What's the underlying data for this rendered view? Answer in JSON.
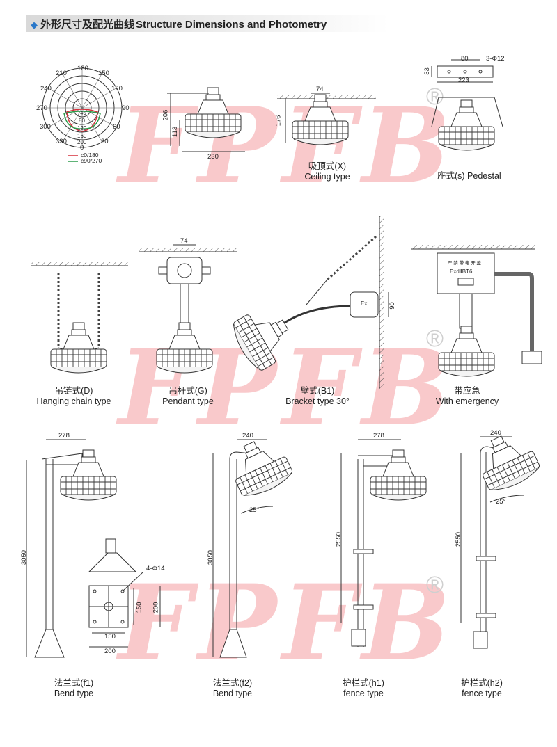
{
  "header": {
    "title_cn": "外形尺寸及配光曲线",
    "title_en": "Structure Dimensions and Photometry"
  },
  "watermark": {
    "text": "FPFB",
    "registered": "®",
    "color": "#eb3c46"
  },
  "polar": {
    "angles": [
      "180",
      "150",
      "120",
      "90",
      "60",
      "30",
      "0",
      "330",
      "300",
      "270",
      "240",
      "210"
    ],
    "radial": [
      "40",
      "80",
      "120",
      "160",
      "200"
    ],
    "legend": [
      {
        "label": "c0/180",
        "color": "#d62f3a"
      },
      {
        "label": "c90/270",
        "color": "#2a9a4a"
      }
    ]
  },
  "dims": {
    "front_h1": "206",
    "front_h2": "113",
    "front_w": "230",
    "ceiling_w": "74",
    "ceiling_h": "176",
    "pedestal_a": "80",
    "pedestal_b": "3-Φ12",
    "pedestal_c": "33",
    "pedestal_d": "223",
    "pendant_w": "74",
    "bracket_h": "90",
    "emergency_label": "Ex",
    "emergency_plate_1": "严 禁 带 电 开 盖",
    "emergency_plate_2": "ExdⅡBT6",
    "f1_w": "278",
    "f1_h": "3050",
    "flange_holes": "4-Φ14",
    "flange_150v": "150",
    "flange_200v": "200",
    "flange_150h": "150",
    "flange_200h": "200",
    "f2_w": "240",
    "f2_h": "3050",
    "f2_angle": "25°",
    "h1_w": "278",
    "h1_h": "2550",
    "h2_w": "240",
    "h2_h": "2550",
    "h2_angle": "25°"
  },
  "captions": {
    "ceiling": {
      "cn": "吸顶式(X)",
      "en": "Ceiling type"
    },
    "pedestal": {
      "cn": "座式(s) Pedestal"
    },
    "chain": {
      "cn": "吊链式(D)",
      "en": "Hanging chain type"
    },
    "pendant": {
      "cn": "吊杆式(G)",
      "en": "Pendant type"
    },
    "bracket": {
      "cn": "壁式(B1)",
      "en": "Bracket type 30°"
    },
    "emergency": {
      "cn": "带应急",
      "en": "With emergency"
    },
    "f1": {
      "cn": "法兰式(f1)",
      "en": "Bend type"
    },
    "f2": {
      "cn": "法兰式(f2)",
      "en": "Bend type"
    },
    "h1": {
      "cn": "护栏式(h1)",
      "en": "fence type"
    },
    "h2": {
      "cn": "护栏式(h2)",
      "en": "fence type"
    }
  }
}
